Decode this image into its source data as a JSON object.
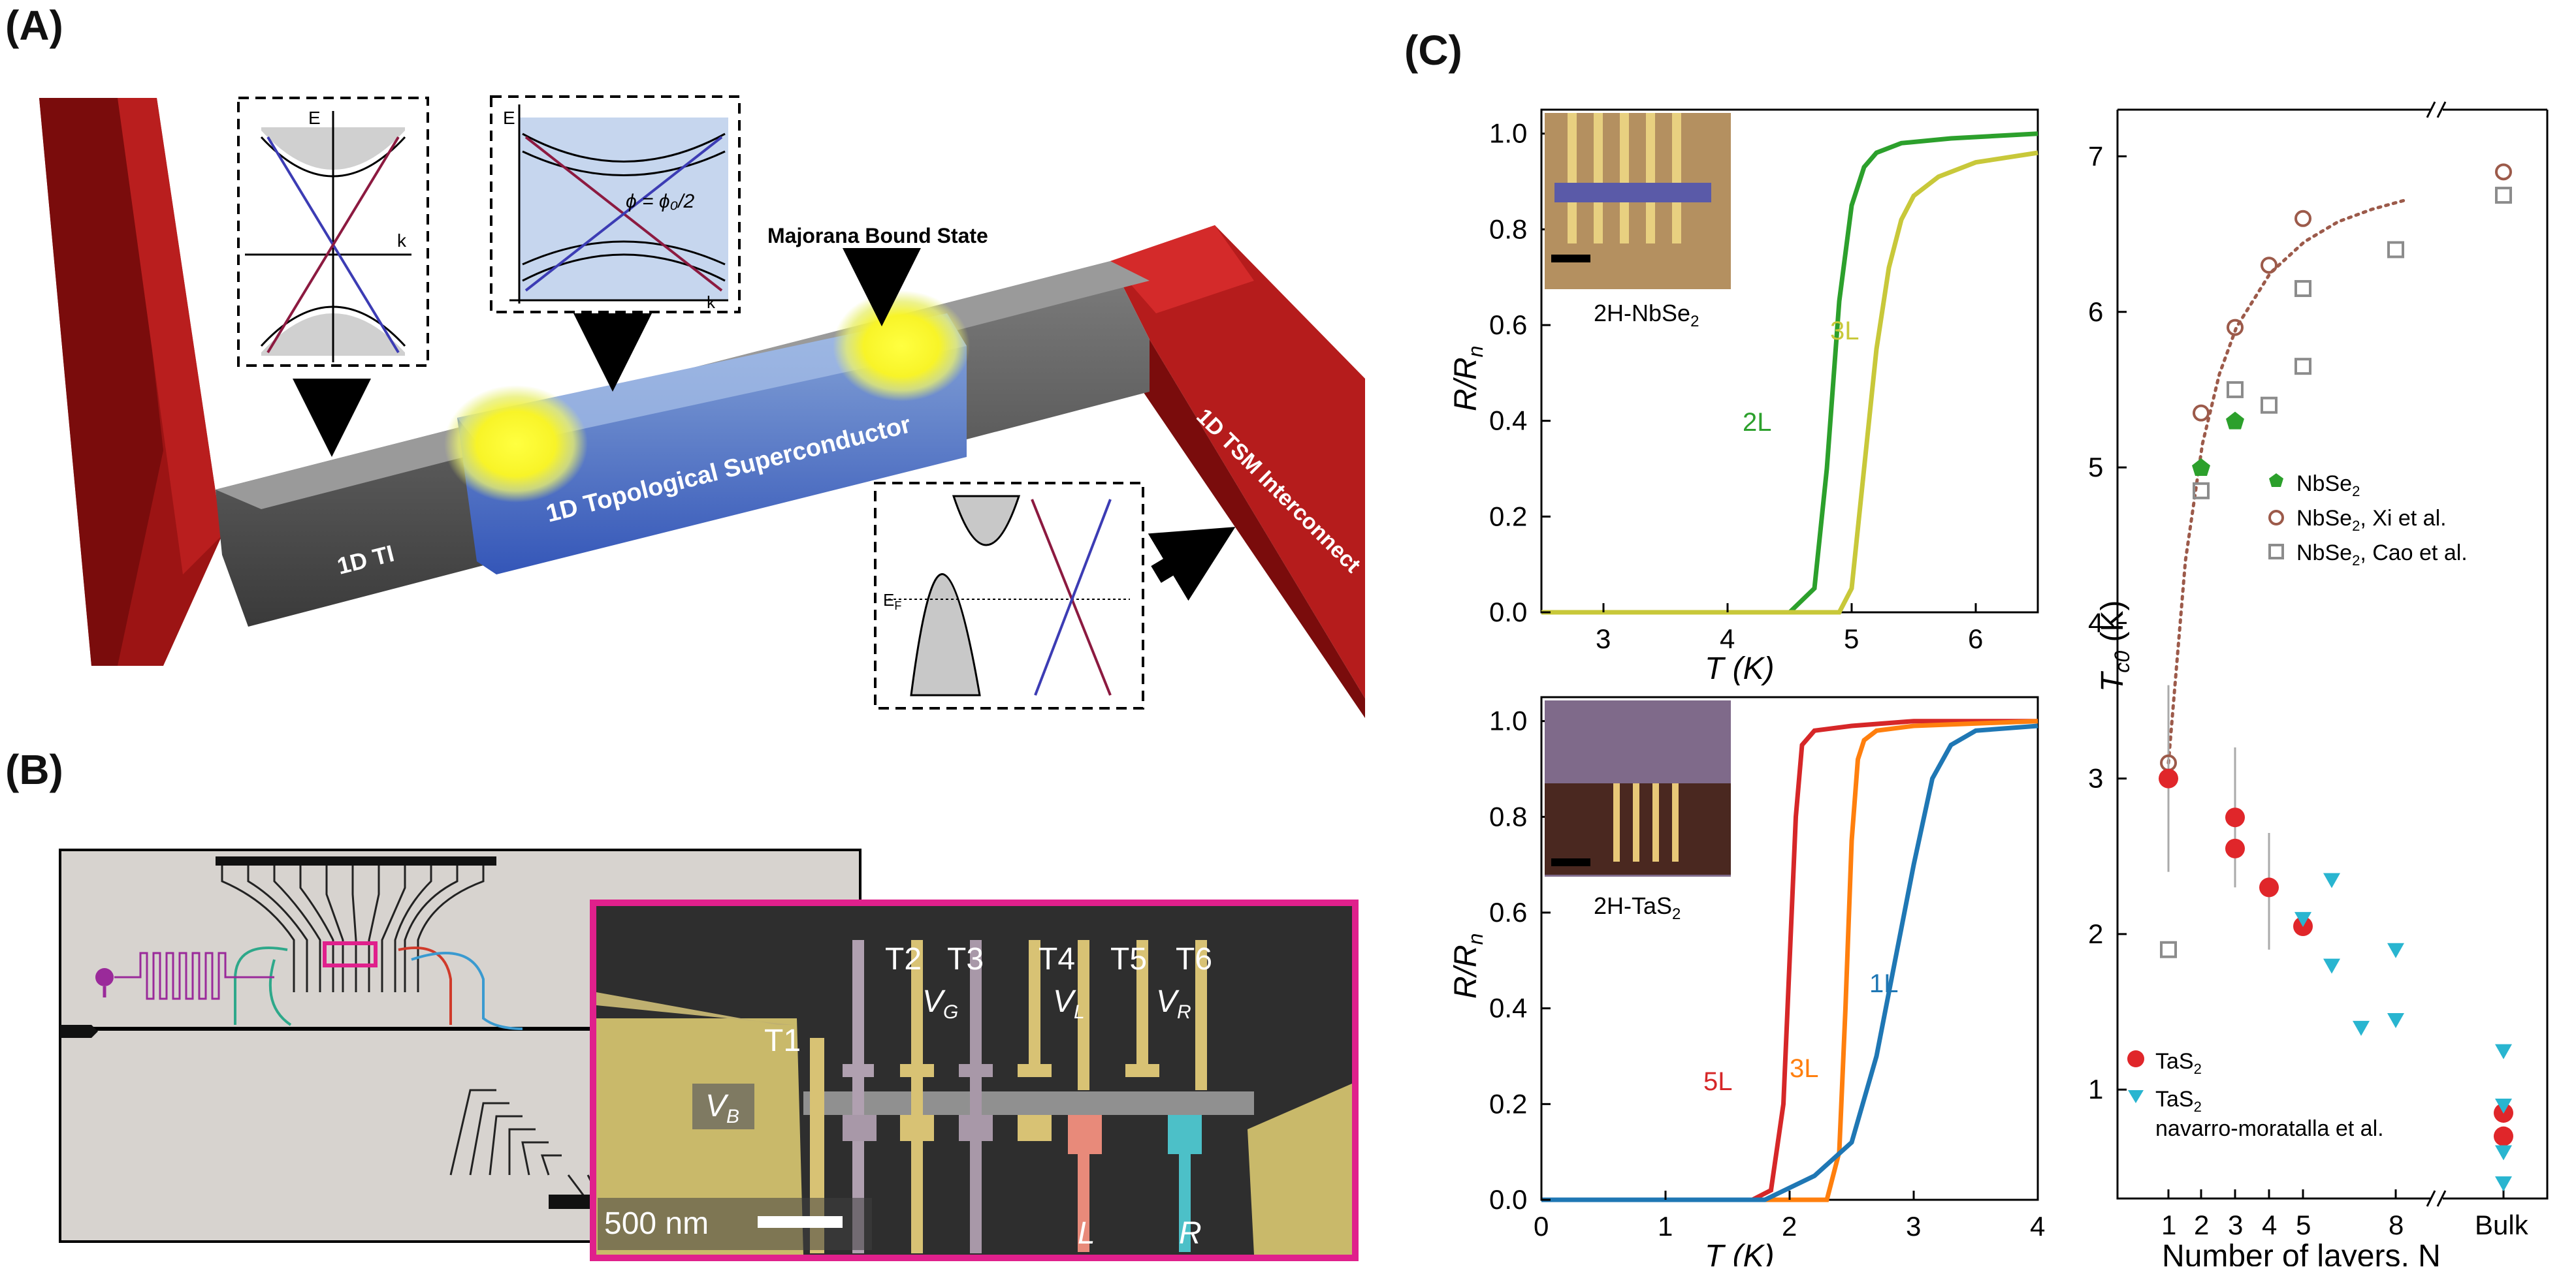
{
  "panel_labels": {
    "a": "(A)",
    "b": "(B)",
    "c": "(C)"
  },
  "panel_a": {
    "majorana_label": "Majorana Bound State",
    "ti_label": "1D TI",
    "tsc_label": "1D Topological Superconductor",
    "tsm_label": "1D TSM Interconnect",
    "inset1": {
      "e": "E",
      "k": "k"
    },
    "inset2": {
      "e": "E",
      "k": "k",
      "phi": "ϕ = ϕ₀/2"
    },
    "inset3": {
      "ef": "E",
      "ef_sub": "F"
    }
  },
  "panel_b": {
    "gates": [
      "T1",
      "T2",
      "T3",
      "T4",
      "T5",
      "T6"
    ],
    "vb": "V",
    "vb_sub": "B",
    "vg": "V",
    "vg_sub": "G",
    "vl": "V",
    "vl_sub": "L",
    "vr": "V",
    "vr_sub": "R",
    "l": "L",
    "r": "R",
    "scale": "500 nm"
  },
  "panel_c": {
    "top": {
      "ylabel": "R/R",
      "ylabel_sub": "n",
      "xlabel": "T (K)",
      "xticks": [
        "3",
        "4",
        "5",
        "6"
      ],
      "yticks": [
        "0.0",
        "0.2",
        "0.4",
        "0.6",
        "0.8",
        "1.0"
      ],
      "inset_label": "2H-NbSe",
      "inset_sub": "2",
      "series_labels": [
        "2L",
        "3L"
      ]
    },
    "bottom": {
      "ylabel": "R/R",
      "ylabel_sub": "n",
      "xlabel": "T (K)",
      "xticks": [
        "0",
        "1",
        "2",
        "3",
        "4"
      ],
      "yticks": [
        "0.0",
        "0.2",
        "0.4",
        "0.6",
        "0.8",
        "1.0"
      ],
      "inset_label": "2H-TaS",
      "inset_sub": "2",
      "series_labels": [
        "5L",
        "3L",
        "1L"
      ]
    },
    "right": {
      "ylabel": "T",
      "ylabel_sub": "c0",
      "ylabel_unit": " (K)",
      "xlabel": "Number of layers, N",
      "xticks": [
        "1",
        "2",
        "3",
        "4",
        "5",
        "8",
        "Bulk"
      ],
      "yticks": [
        "1",
        "2",
        "3",
        "4",
        "5",
        "6",
        "7"
      ],
      "legend_top": [
        {
          "text": "NbSe",
          "sub": "2",
          "suffix": ""
        },
        {
          "text": "NbSe",
          "sub": "2",
          "suffix": ", Xi et al."
        },
        {
          "text": "NbSe",
          "sub": "2",
          "suffix": ", Cao et al."
        }
      ],
      "legend_bottom": [
        {
          "text": "TaS",
          "sub": "2",
          "suffix": ""
        },
        {
          "text": "TaS",
          "sub": "2",
          "suffix": ""
        }
      ],
      "legend_bottom_extra": "navarro-moratalla et al."
    }
  },
  "chart_data": [
    {
      "type": "line",
      "xlabel": "T (K)",
      "ylabel": "R/Rn",
      "xlim": [
        2.5,
        6.5
      ],
      "ylim": [
        0,
        1.05
      ],
      "series": [
        {
          "name": "2L",
          "color": "#2ca02c",
          "x": [
            2.5,
            4.5,
            4.7,
            4.8,
            4.9,
            5.0,
            5.1,
            5.2,
            5.4,
            5.8,
            6.5
          ],
          "y": [
            0.0,
            0.0,
            0.05,
            0.3,
            0.65,
            0.85,
            0.93,
            0.96,
            0.98,
            0.99,
            1.0
          ]
        },
        {
          "name": "3L",
          "color": "#c8c83a",
          "x": [
            2.5,
            4.9,
            5.0,
            5.1,
            5.2,
            5.3,
            5.4,
            5.5,
            5.7,
            6.0,
            6.5
          ],
          "y": [
            0.0,
            0.0,
            0.05,
            0.3,
            0.55,
            0.72,
            0.82,
            0.87,
            0.91,
            0.94,
            0.96
          ]
        }
      ]
    },
    {
      "type": "line",
      "xlabel": "T (K)",
      "ylabel": "R/Rn",
      "xlim": [
        0,
        4
      ],
      "ylim": [
        0,
        1.05
      ],
      "series": [
        {
          "name": "5L",
          "color": "#d62728",
          "x": [
            0,
            1.7,
            1.85,
            1.95,
            2.0,
            2.05,
            2.1,
            2.2,
            2.5,
            3.0,
            4.0
          ],
          "y": [
            0.0,
            0.0,
            0.02,
            0.2,
            0.5,
            0.8,
            0.95,
            0.98,
            0.99,
            1.0,
            1.0
          ]
        },
        {
          "name": "3L",
          "color": "#ff7f0e",
          "x": [
            0,
            2.3,
            2.4,
            2.45,
            2.5,
            2.55,
            2.6,
            2.7,
            3.0,
            4.0
          ],
          "y": [
            0.0,
            0.0,
            0.1,
            0.4,
            0.75,
            0.92,
            0.96,
            0.98,
            0.99,
            1.0
          ]
        },
        {
          "name": "1L",
          "color": "#1f77b4",
          "x": [
            0,
            1.8,
            2.2,
            2.5,
            2.7,
            2.85,
            3.0,
            3.15,
            3.3,
            3.5,
            4.0
          ],
          "y": [
            0.0,
            0.0,
            0.05,
            0.12,
            0.3,
            0.5,
            0.7,
            0.88,
            0.95,
            0.98,
            0.99
          ]
        }
      ]
    },
    {
      "type": "scatter",
      "xlabel": "Number of layers, N",
      "ylabel": "Tc0 (K)",
      "ylim": [
        0.3,
        7.3
      ],
      "series": [
        {
          "name": "NbSe2",
          "marker": "pentagon",
          "color": "#2ca02c",
          "x": [
            2,
            3
          ],
          "y": [
            5.0,
            5.3
          ]
        },
        {
          "name": "NbSe2, Xi et al.",
          "marker": "circle-open",
          "color": "#9c5a4a",
          "x": [
            1,
            2,
            3,
            4,
            5,
            "Bulk"
          ],
          "y": [
            3.1,
            5.35,
            5.9,
            6.3,
            6.6,
            6.9
          ]
        },
        {
          "name": "NbSe2, Cao et al.",
          "marker": "square-open",
          "color": "#8c8c8c",
          "x": [
            1,
            2,
            3,
            4,
            5,
            5,
            8,
            "Bulk"
          ],
          "y": [
            1.9,
            4.85,
            5.5,
            5.4,
            5.65,
            6.15,
            6.4,
            6.75
          ]
        },
        {
          "name": "TaS2",
          "marker": "circle",
          "color": "#e0262a",
          "x": [
            1,
            3,
            3,
            4,
            5,
            "Bulk",
            "Bulk"
          ],
          "y": [
            3.0,
            2.75,
            2.55,
            2.3,
            2.05,
            0.85,
            0.7
          ]
        },
        {
          "name": "TaS2 navarro-moratalla et al.",
          "marker": "triangle-down",
          "color": "#29b5d0",
          "x": [
            5,
            6,
            6,
            7,
            8,
            8,
            "Bulk",
            "Bulk",
            "Bulk",
            "Bulk"
          ],
          "y": [
            2.1,
            2.35,
            1.8,
            1.4,
            1.9,
            1.45,
            1.25,
            0.9,
            0.6,
            0.4
          ]
        }
      ]
    }
  ]
}
